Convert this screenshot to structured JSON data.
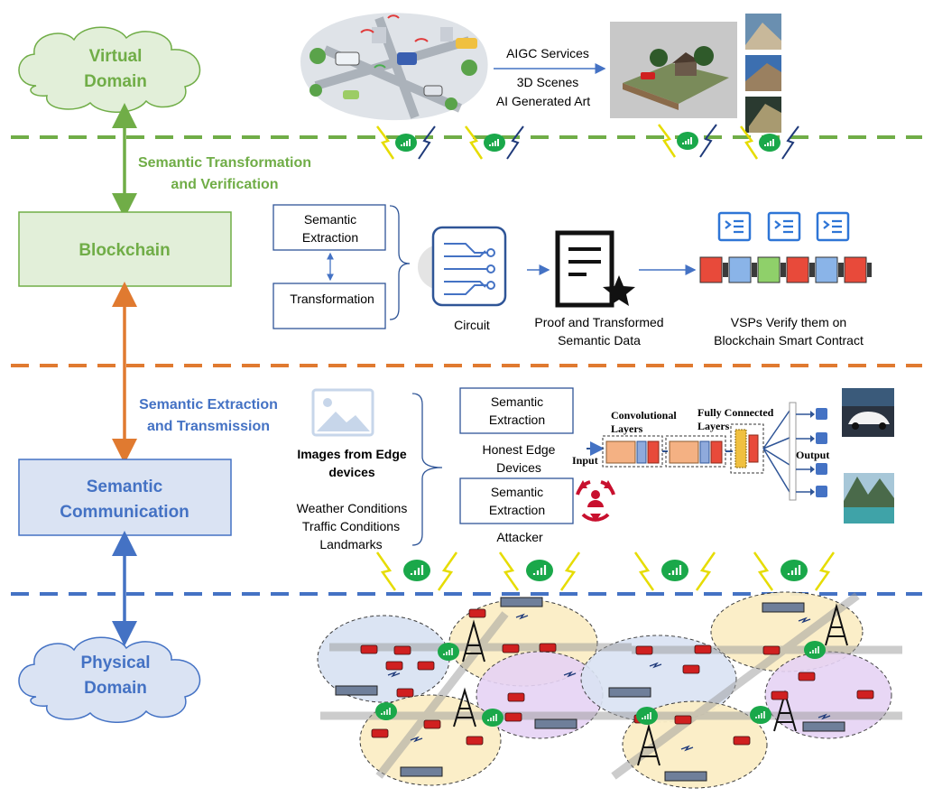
{
  "layers": {
    "virtual": {
      "line1": "Virtual",
      "line2": "Domain"
    },
    "blockchain": "Blockchain",
    "semcom": {
      "line1": "Semantic",
      "line2": "Communication"
    },
    "physical": {
      "line1": "Physical",
      "line2": "Domain"
    }
  },
  "links": {
    "transform": {
      "line1": "Semantic Transformation",
      "line2": "and Verification"
    },
    "extract": {
      "line1": "Semantic Extraction",
      "line2": "and Transmission"
    }
  },
  "virtual_row": {
    "aigc": "AIGC Services",
    "scenes": "3D Scenes",
    "art": "AI Generated Art"
  },
  "blockchain_row": {
    "semantic_extraction": {
      "line1": "Semantic",
      "line2": "Extraction"
    },
    "transformation": "Transformation",
    "circuit": "Circuit",
    "proof": {
      "line1": "Proof and Transformed",
      "line2": "Semantic Data"
    },
    "vsp": {
      "line1": "VSPs Verify them on",
      "line2": "Blockchain Smart Contract"
    }
  },
  "semcom_row": {
    "images": {
      "line1": "Images from Edge",
      "line2": "devices"
    },
    "conditions": [
      "Weather Conditions",
      "Traffic Conditions",
      "Landmarks"
    ],
    "honest_box": {
      "line1": "Semantic",
      "line2": "Extraction"
    },
    "honest": {
      "line1": "Honest Edge",
      "line2": "Devices"
    },
    "attacker_box": {
      "line1": "Semantic",
      "line2": "Extraction"
    },
    "attacker": "Attacker",
    "cnn": {
      "conv": {
        "line1": "Convolutional",
        "line2": "Layers"
      },
      "fc": {
        "line1": "Fully Connected",
        "line2": "Layers"
      },
      "input": "Input",
      "output": "Output"
    }
  },
  "colors": {
    "green": "#70ad47",
    "orange": "#e07a30",
    "blue": "#4472c4",
    "green_fill": "#e2efd9",
    "blue_fill": "#dae3f3",
    "signal": "#1aa84a",
    "lightning": "#f2e300"
  }
}
